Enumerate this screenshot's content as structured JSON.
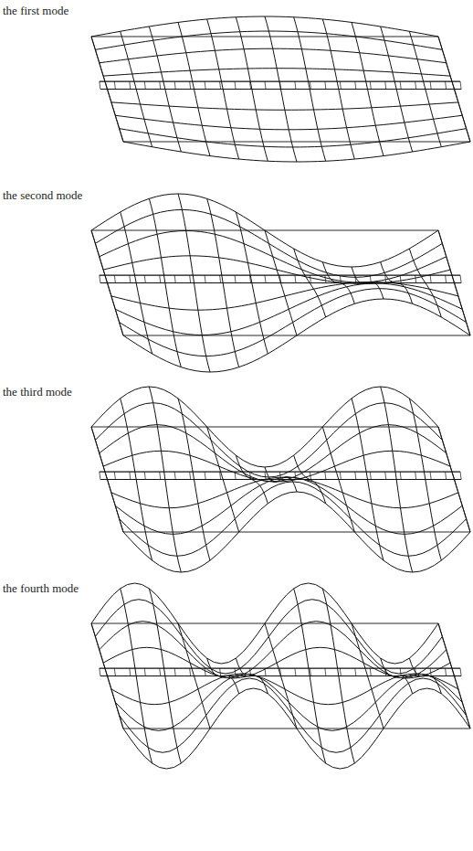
{
  "diagram": {
    "labels": [
      "the first mode",
      "the second mode",
      "the third mode",
      "the fourth mode"
    ]
  }
}
